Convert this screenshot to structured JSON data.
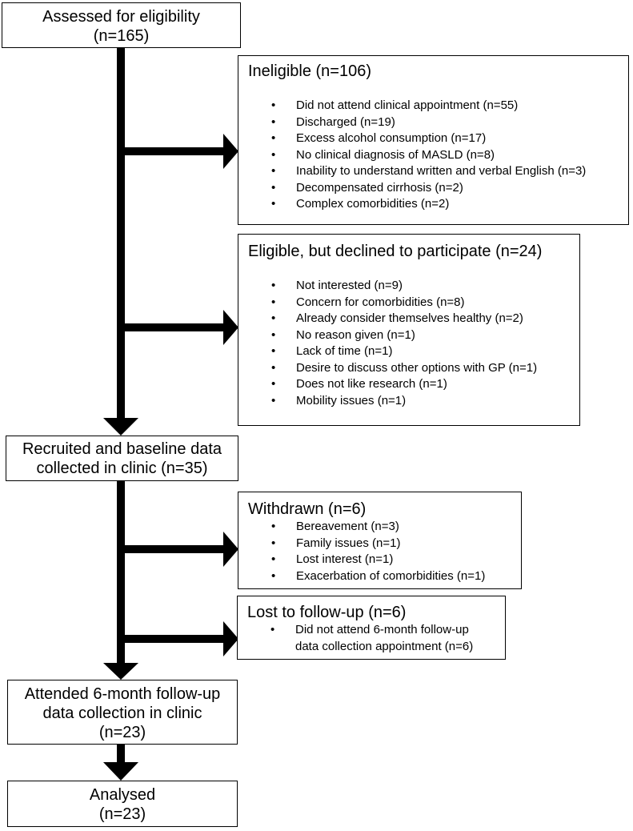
{
  "main_boxes": [
    {
      "id": "assessed",
      "line1": "Assessed for eligibility",
      "line2": "(n=165)"
    },
    {
      "id": "recruited",
      "line1": "Recruited and baseline data",
      "line2": "collected in clinic (n=35)"
    },
    {
      "id": "attended",
      "line1": "Attended 6-month follow-up",
      "line2": "data collection in clinic",
      "line3": "(n=23)"
    },
    {
      "id": "analysed",
      "line1": "Analysed",
      "line2": "(n=23)"
    }
  ],
  "side_boxes": {
    "ineligible": {
      "heading": "Ineligible (n=106)",
      "items": [
        "Did not attend clinical appointment (n=55)",
        "Discharged (n=19)",
        "Excess alcohol consumption (n=17)",
        "No clinical diagnosis of MASLD (n=8)",
        "Inability to understand written and verbal English (n=3)",
        "Decompensated cirrhosis (n=2)",
        "Complex comorbidities (n=2)"
      ]
    },
    "declined": {
      "heading": "Eligible, but declined to participate (n=24)",
      "items": [
        "Not interested (n=9)",
        "Concern for comorbidities (n=8)",
        "Already consider themselves healthy (n=2)",
        "No reason given (n=1)",
        "Lack of time (n=1)",
        "Desire to discuss other options with GP (n=1)",
        "Does not like research (n=1)",
        "Mobility issues (n=1)"
      ]
    },
    "withdrawn": {
      "heading": "Withdrawn (n=6)",
      "items": [
        "Bereavement (n=3)",
        "Family issues (n=1)",
        "Lost interest (n=1)",
        "Exacerbation of comorbidities (n=1)"
      ]
    },
    "lost": {
      "heading": "Lost to follow-up (n=6)",
      "item_line1": "Did not attend 6-month follow-up",
      "item_line2": "data collection appointment (n=6)"
    }
  },
  "bullet_glyph": "•"
}
